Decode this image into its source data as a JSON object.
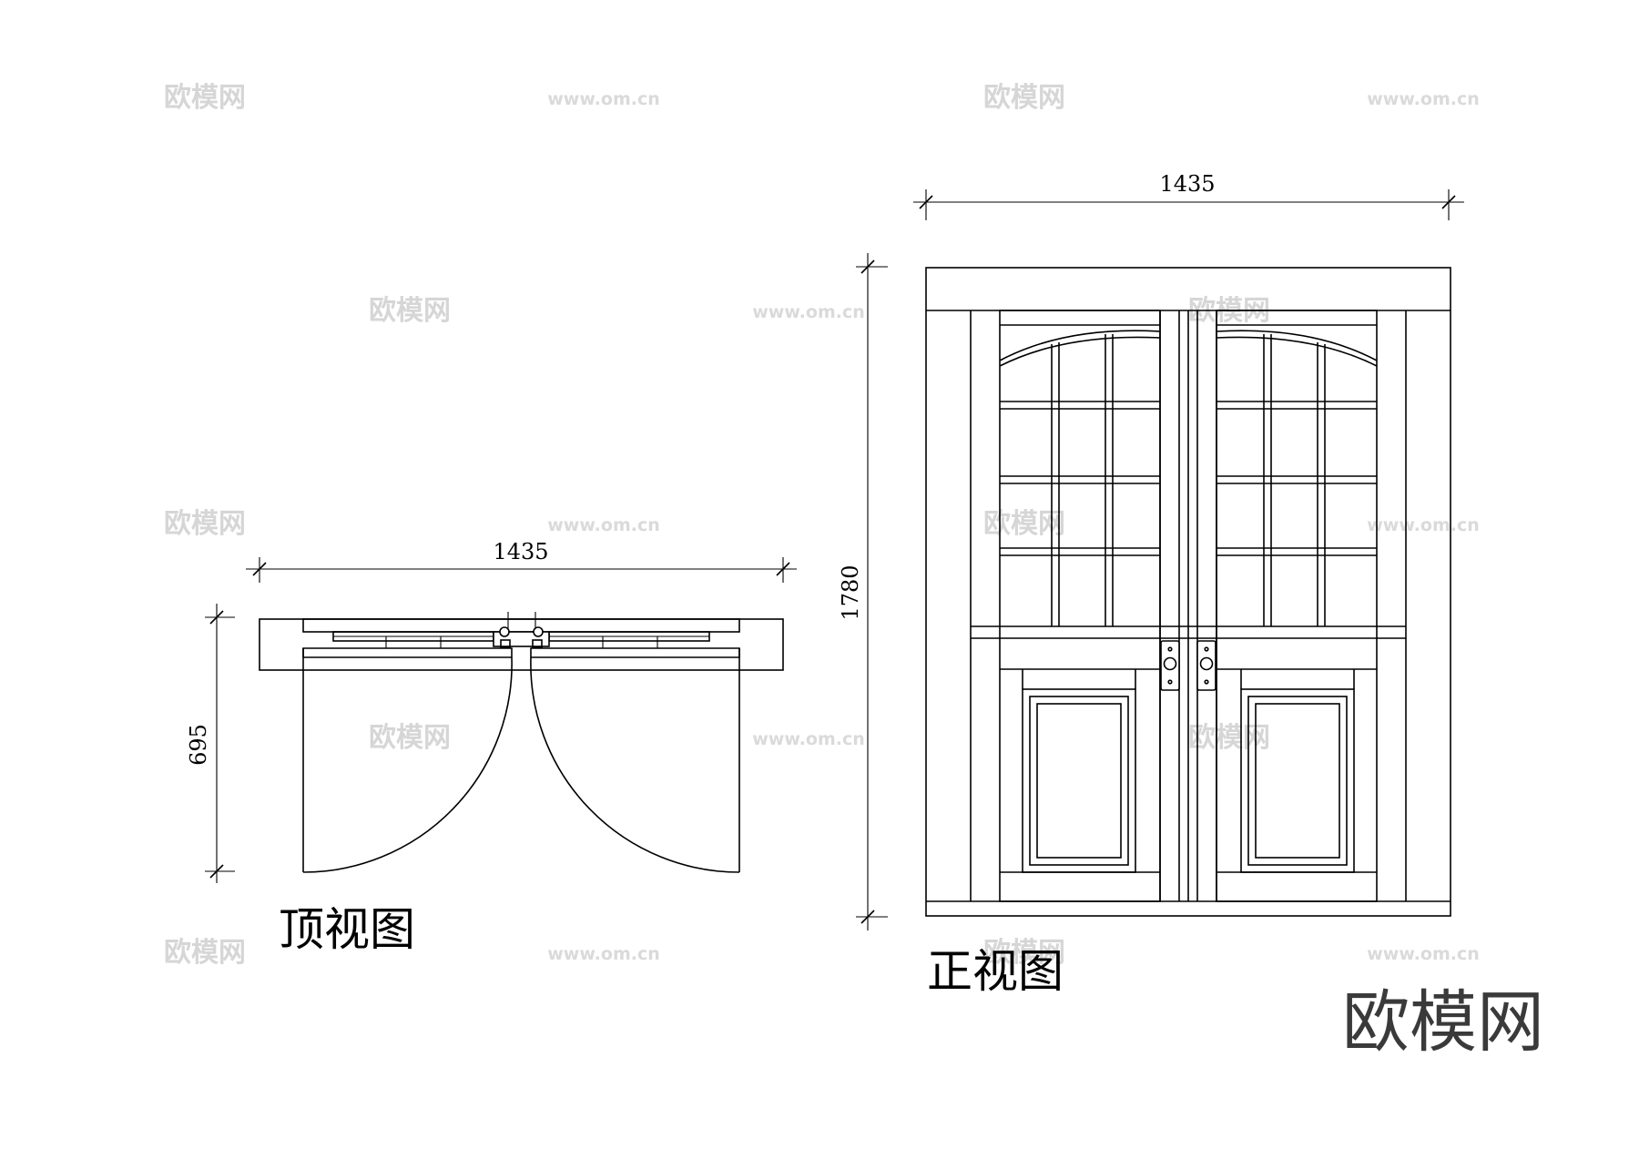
{
  "watermarks": {
    "cn": "欧模网",
    "url": "www.om.cn"
  },
  "brand_logo": "欧模网",
  "top_view": {
    "title": "顶视图",
    "width_dim": "1435",
    "depth_dim": "695"
  },
  "front_view": {
    "title": "正视图",
    "width_dim": "1435",
    "height_dim": "1780"
  }
}
